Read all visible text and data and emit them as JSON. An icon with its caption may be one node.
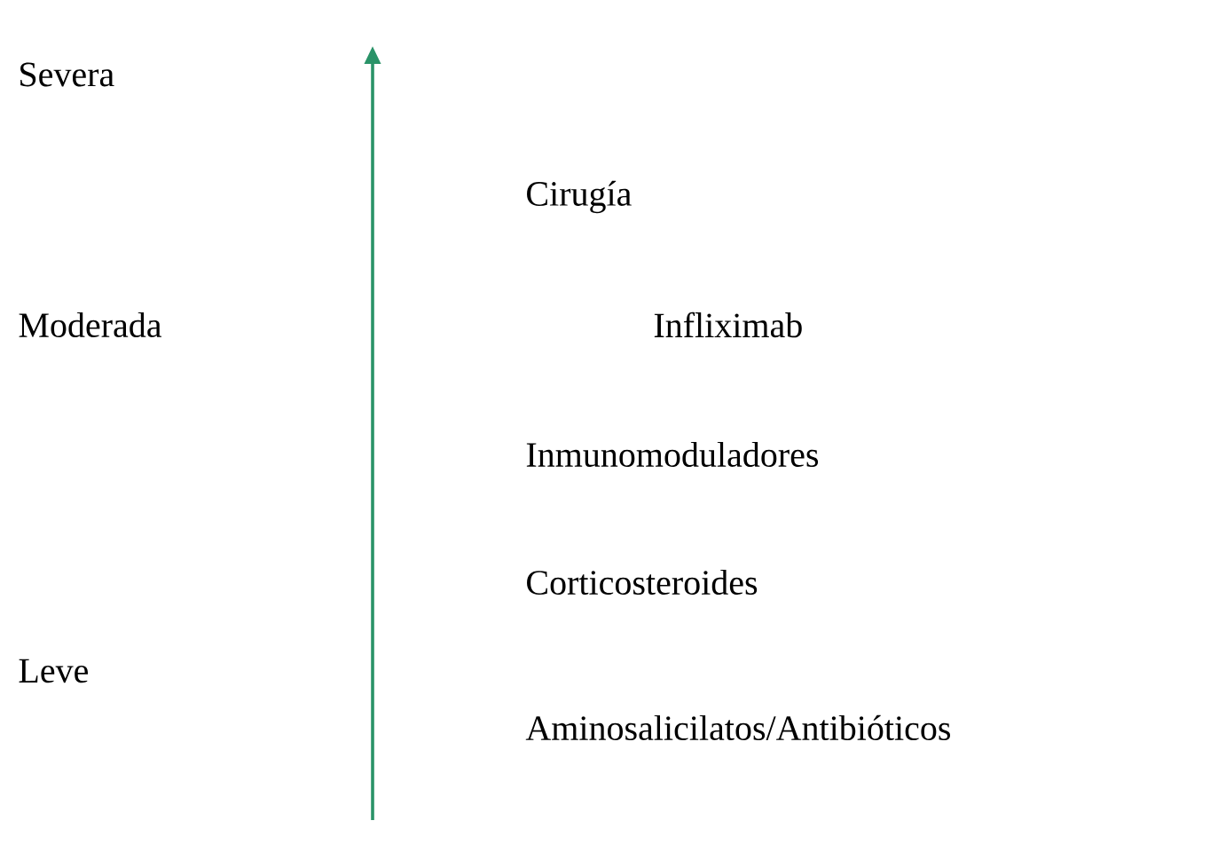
{
  "diagram": {
    "labels": [
      "Severa",
      "Cirugía",
      "Moderada",
      "Infliximab",
      "Inmunomoduladores",
      "Corticosteroides",
      "Leve",
      "Aminosalicilatos/Antibióticos"
    ]
  }
}
